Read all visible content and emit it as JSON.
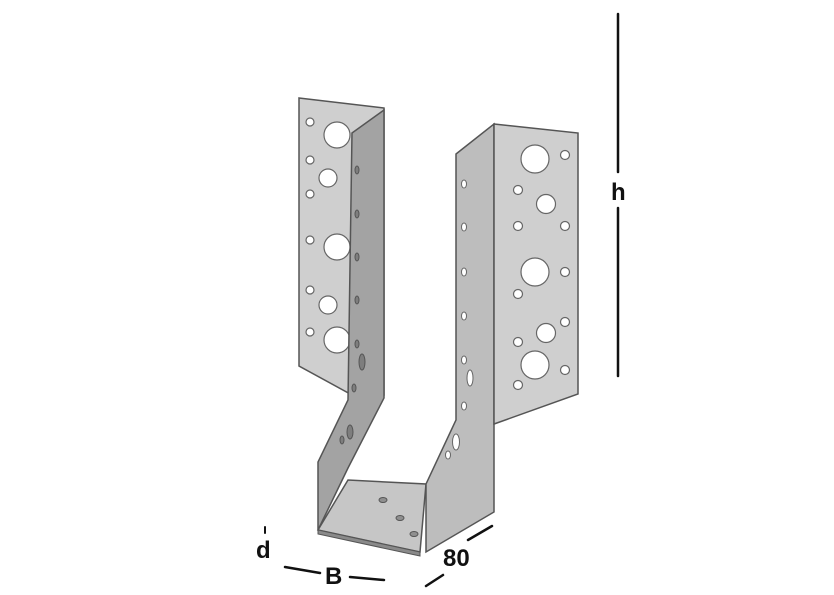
{
  "colors": {
    "background": "#ffffff",
    "plate_face": "#c9c9c9",
    "plate_side": "#9d9d9d",
    "plate_shadow": "#8a8a8a",
    "edge": "#555555",
    "hole": "#ffffff",
    "dimension_line": "#111111"
  },
  "dimensions": {
    "height_label": "h",
    "width_label": "B",
    "depth_label": "80",
    "thickness_label": "d"
  }
}
